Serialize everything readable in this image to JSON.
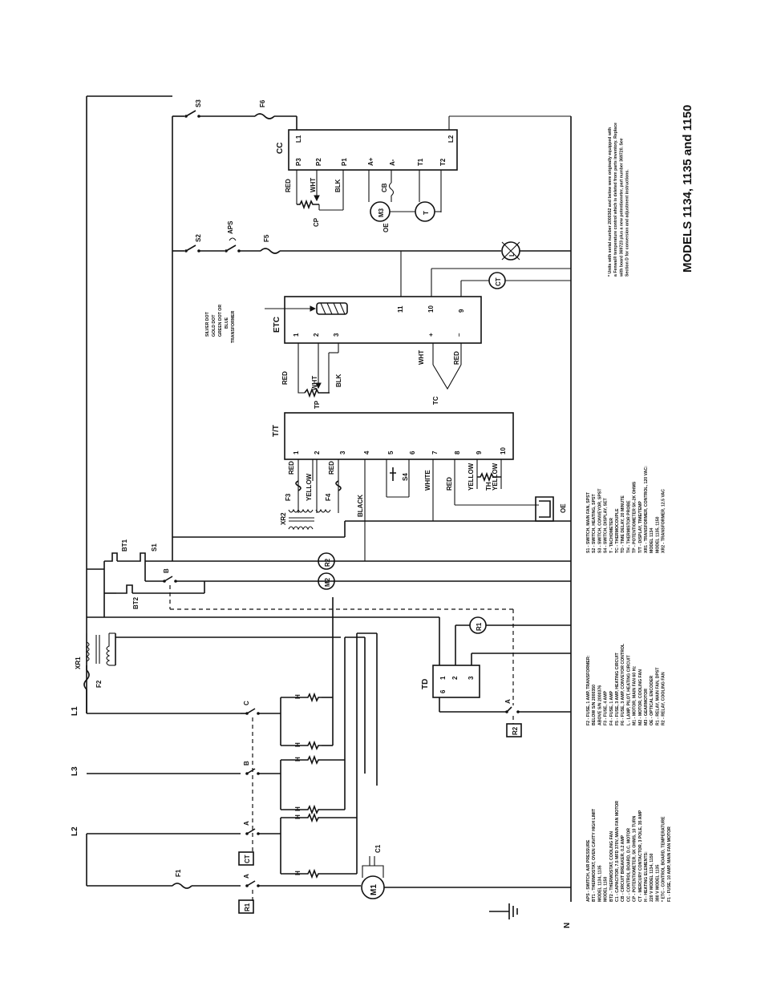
{
  "title": "MODELS 1134, 1135 and 1150",
  "labels": {
    "L1": "L1",
    "L3": "L3",
    "L2": "L2",
    "N": "N",
    "F1": "F1",
    "F2": "F2",
    "F3": "F3",
    "F4": "F4",
    "F5": "F5",
    "F6": "F6",
    "XR1": "XR1",
    "XR2": "XR2",
    "BT1": "BT1",
    "BT2": "BT2",
    "S1": "S1",
    "S2": "S2",
    "S3": "S3",
    "S4": "S4",
    "APS": "APS",
    "TD": "TD",
    "TT": "T/T",
    "ETC": "ETC",
    "CC": "CC",
    "M1": "M1",
    "M2": "M2",
    "M3": "M3",
    "R1": "R1",
    "R2": "R2",
    "CT": "CT",
    "C1": "C1",
    "H": "H",
    "TP": "TP",
    "TC": "TC",
    "CP": "CP",
    "CB": "CB",
    "T": "T",
    "OE": "OE",
    "L": "L",
    "TH": "TH",
    "A": "A",
    "B": "B",
    "C": "C"
  },
  "wires": {
    "red": "RED",
    "yellow": "YELLOW",
    "black": "BLACK",
    "white": "WHITE",
    "wht": "WHT",
    "blk": "BLK"
  },
  "terminals": {
    "tt": [
      "1",
      "2",
      "3",
      "4",
      "5",
      "6",
      "7",
      "8",
      "9",
      "10"
    ],
    "etc_top": [
      "1",
      "2",
      "3"
    ],
    "etc_bottom": [
      "+",
      "–"
    ],
    "etc_side": [
      "11",
      "10",
      "9"
    ],
    "cc": [
      "P3",
      "P2",
      "P1",
      "A+",
      "A-",
      "T1",
      "T2",
      "L1",
      "L2"
    ],
    "td": [
      "6",
      "1",
      "2",
      "3"
    ]
  },
  "dots": [
    "SILVER DOT",
    "GOLD DOT",
    "GREEN DOT OR",
    "BLUE",
    "TRANSFORMER"
  ],
  "legend": {
    "col1": [
      "APS - SWITCH, AIR PRESSURE",
      "BT1 - THERMOSTAT, OVEN CAVITY HIGH LIMIT",
      "MODEL 1134, 1135",
      "MODEL 1150",
      "BT2 - THERMOSTAT, COOLING FAN",
      "C1 - CAPACITOR, 7.5 MFD 370V, MAIN FAN MOTOR",
      "CB - CIRCUIT BREAKER, 0.2 AMP",
      "CC - CONTROL BOARD, D.C. MOTOR",
      "CP - POTENTIOMETER, 5K OHMS, 10 TURN",
      "CT - MERCURY CONTACTOR, 3 POLE, 35 AMP",
      "H - HEATING ELEMENTS:",
      "220 V MODEL 1134, 1150",
      "380 V MODEL 1135",
      "* ETC - CONTROL BOARD, TEMPERATURE",
      "F1 - FUSE, 10 AMP, MAIN FAN MOTOR"
    ],
    "col2": [
      "F2 - FUSE, 1 AMP, TRANSFORMER:",
      "BELOW S/N 2000350",
      "ABOVE S/N 2000376",
      "F3 - FUSE, 4 AMP",
      "F4 - FUSE, 1 AMP",
      "F5 - FUSE, 3 AMP, HEATING CIRCUIT",
      "F6 - FUSE, 3 AMP, CONVEYOR CONTROL",
      "L - LAMP, PILOT, HEATING CIRCUIT",
      "M1 - MOTOR, MAIN FAN 60 Hz",
      "M2 - MOTOR, COOLING FAN",
      "M3 - GEARMOTOR",
      "OE - OPTICAL ENCODER",
      "R1 - RELAY, MAIN FAN, DPST",
      "R2 - RELAY, COOLING FAN"
    ],
    "col3": [
      "S1 - SWITCH, MAIN FAN, SPST",
      "S2 - SWITCH, HEATING, SPST",
      "S3 - SWITCH, CONVEYOR, SPST",
      "S4 - SWITCH, DISPLAY, SET",
      "T - TACHOMETER",
      "TC - THERMOCOUPLE",
      "TD - TIME DELAY, 20 MINUTE",
      "TH - THERMISTOR PROBE",
      "TP - POTENTIOMETER 5K-2K OHMS",
      "T/T - DISPLAY, TIME/TEMP",
      "XR1 - TRANSFORMER, CONTROL, 120 VAC:",
      "MODEL 1134",
      "MODEL 1135, 1150",
      "XR2 - TRANSFORMER, 12.5 VAC"
    ],
    "note": [
      "* Units with serial number 2000362 and below were originally equipped with",
      "a Fenwal® temperature control which is deleted from parts inventory. Replace",
      "with board 369723 plus a new potentiometer, part number 369720. See",
      "Section D for conversion and adjustment instructions."
    ]
  }
}
